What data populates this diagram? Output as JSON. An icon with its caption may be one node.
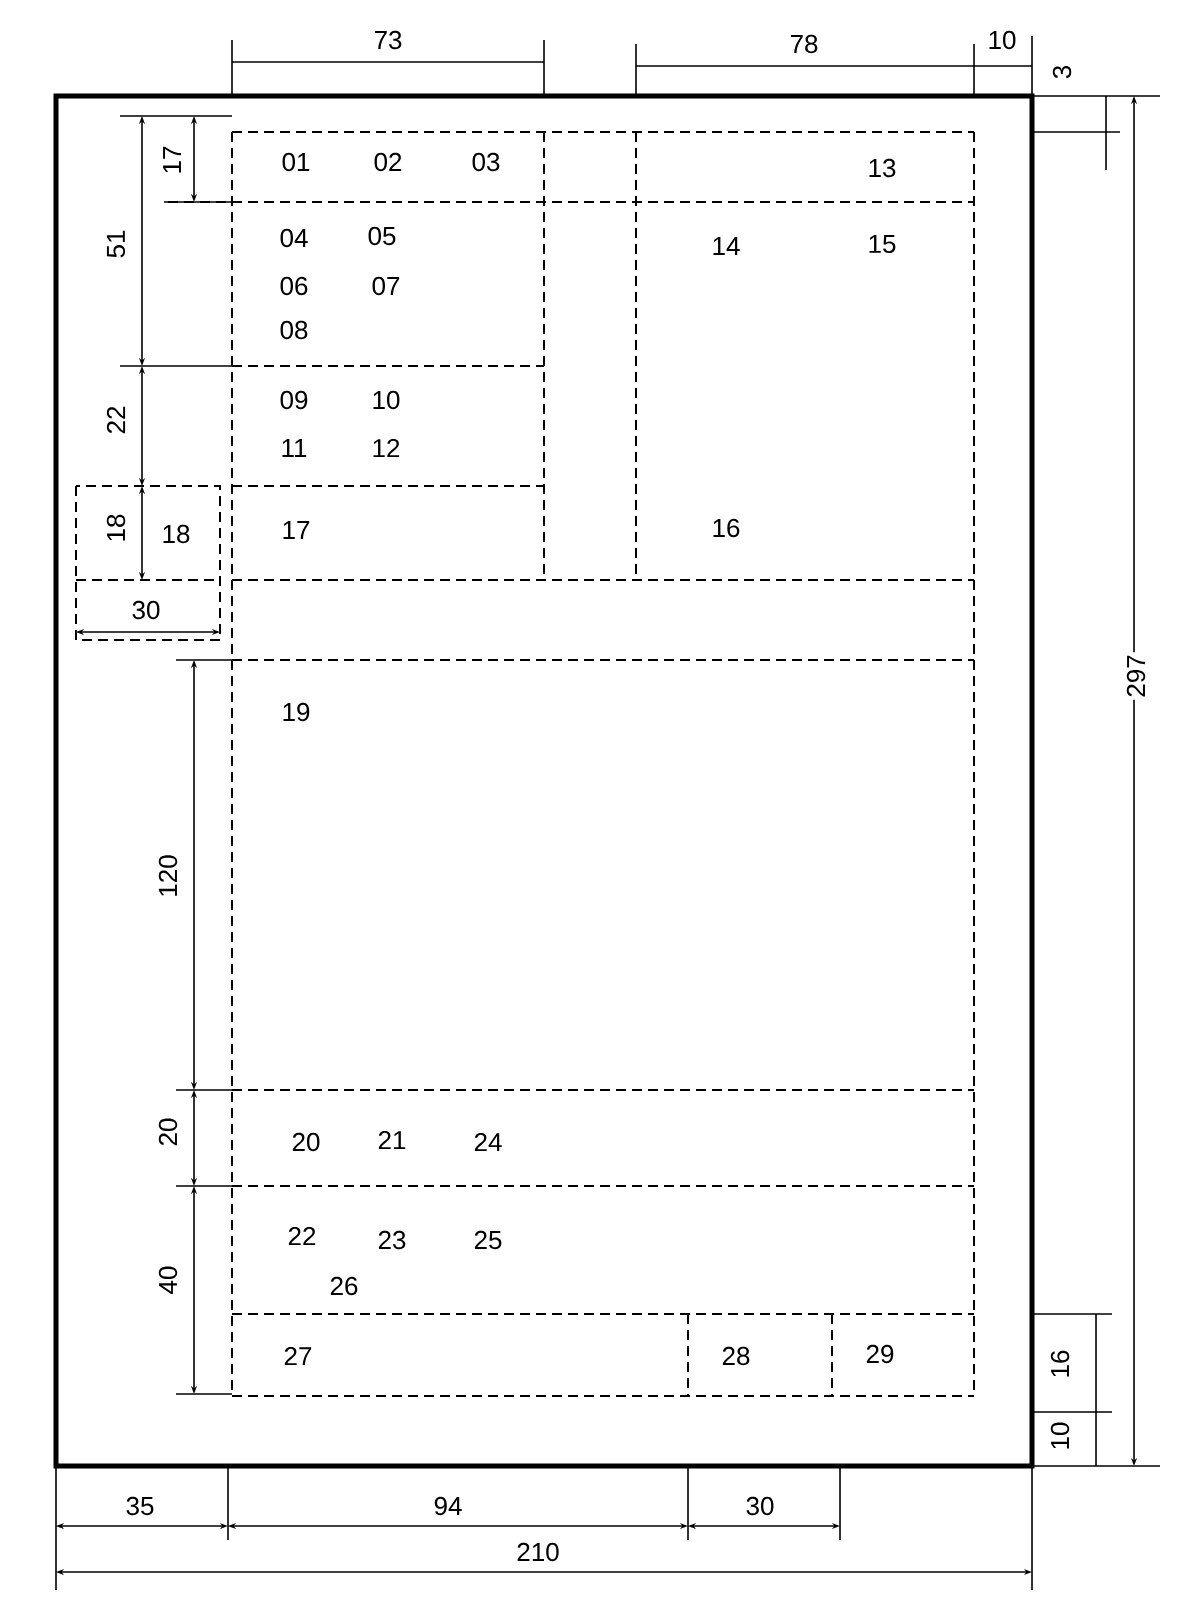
{
  "diagram": {
    "labels": [
      "73",
      "78",
      "10",
      "3",
      "17",
      "01",
      "02",
      "03",
      "13",
      "51",
      "04",
      "05",
      "14",
      "15",
      "06",
      "07",
      "08",
      "22",
      "09",
      "10",
      "11",
      "12",
      "18",
      "18",
      "17",
      "16",
      "30",
      "297",
      "19",
      "120",
      "20",
      "20",
      "21",
      "24",
      "40",
      "22",
      "23",
      "25",
      "26",
      "27",
      "28",
      "29",
      "16",
      "10",
      "35",
      "94",
      "30",
      "210"
    ]
  }
}
